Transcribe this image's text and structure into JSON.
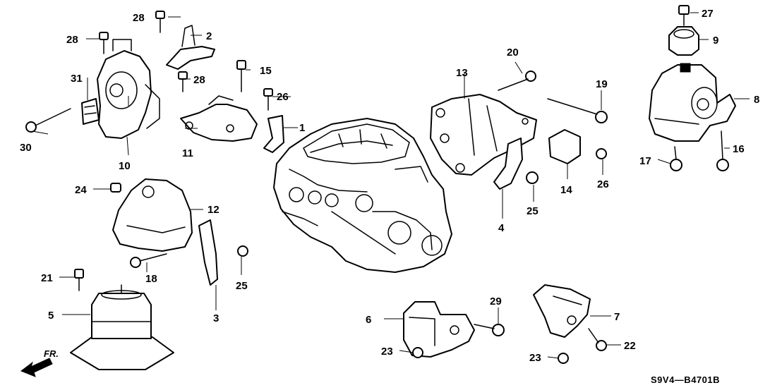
{
  "diagram_code": "S9V4—B4701B",
  "direction_label": "FR.",
  "callouts": {
    "c1": "1",
    "c2": "2",
    "c3": "3",
    "c4": "4",
    "c5": "5",
    "c6": "6",
    "c7": "7",
    "c8": "8",
    "c9": "9",
    "c10": "10",
    "c11": "11",
    "c12": "12",
    "c13": "13",
    "c14": "14",
    "c15": "15",
    "c16": "16",
    "c17": "17",
    "c18": "18",
    "c19": "19",
    "c20": "20",
    "c21": "21",
    "c22": "22",
    "c23a": "23",
    "c23b": "23",
    "c24": "24",
    "c25a": "25",
    "c25b": "25",
    "c26a": "26",
    "c26b": "26",
    "c27": "27",
    "c28a": "28",
    "c28b": "28",
    "c28c": "28",
    "c29": "29",
    "c30": "30",
    "c31": "31"
  },
  "colors": {
    "ink": "#000000",
    "paper": "#ffffff"
  },
  "icons": {
    "direction": "fr-arrow-icon"
  }
}
